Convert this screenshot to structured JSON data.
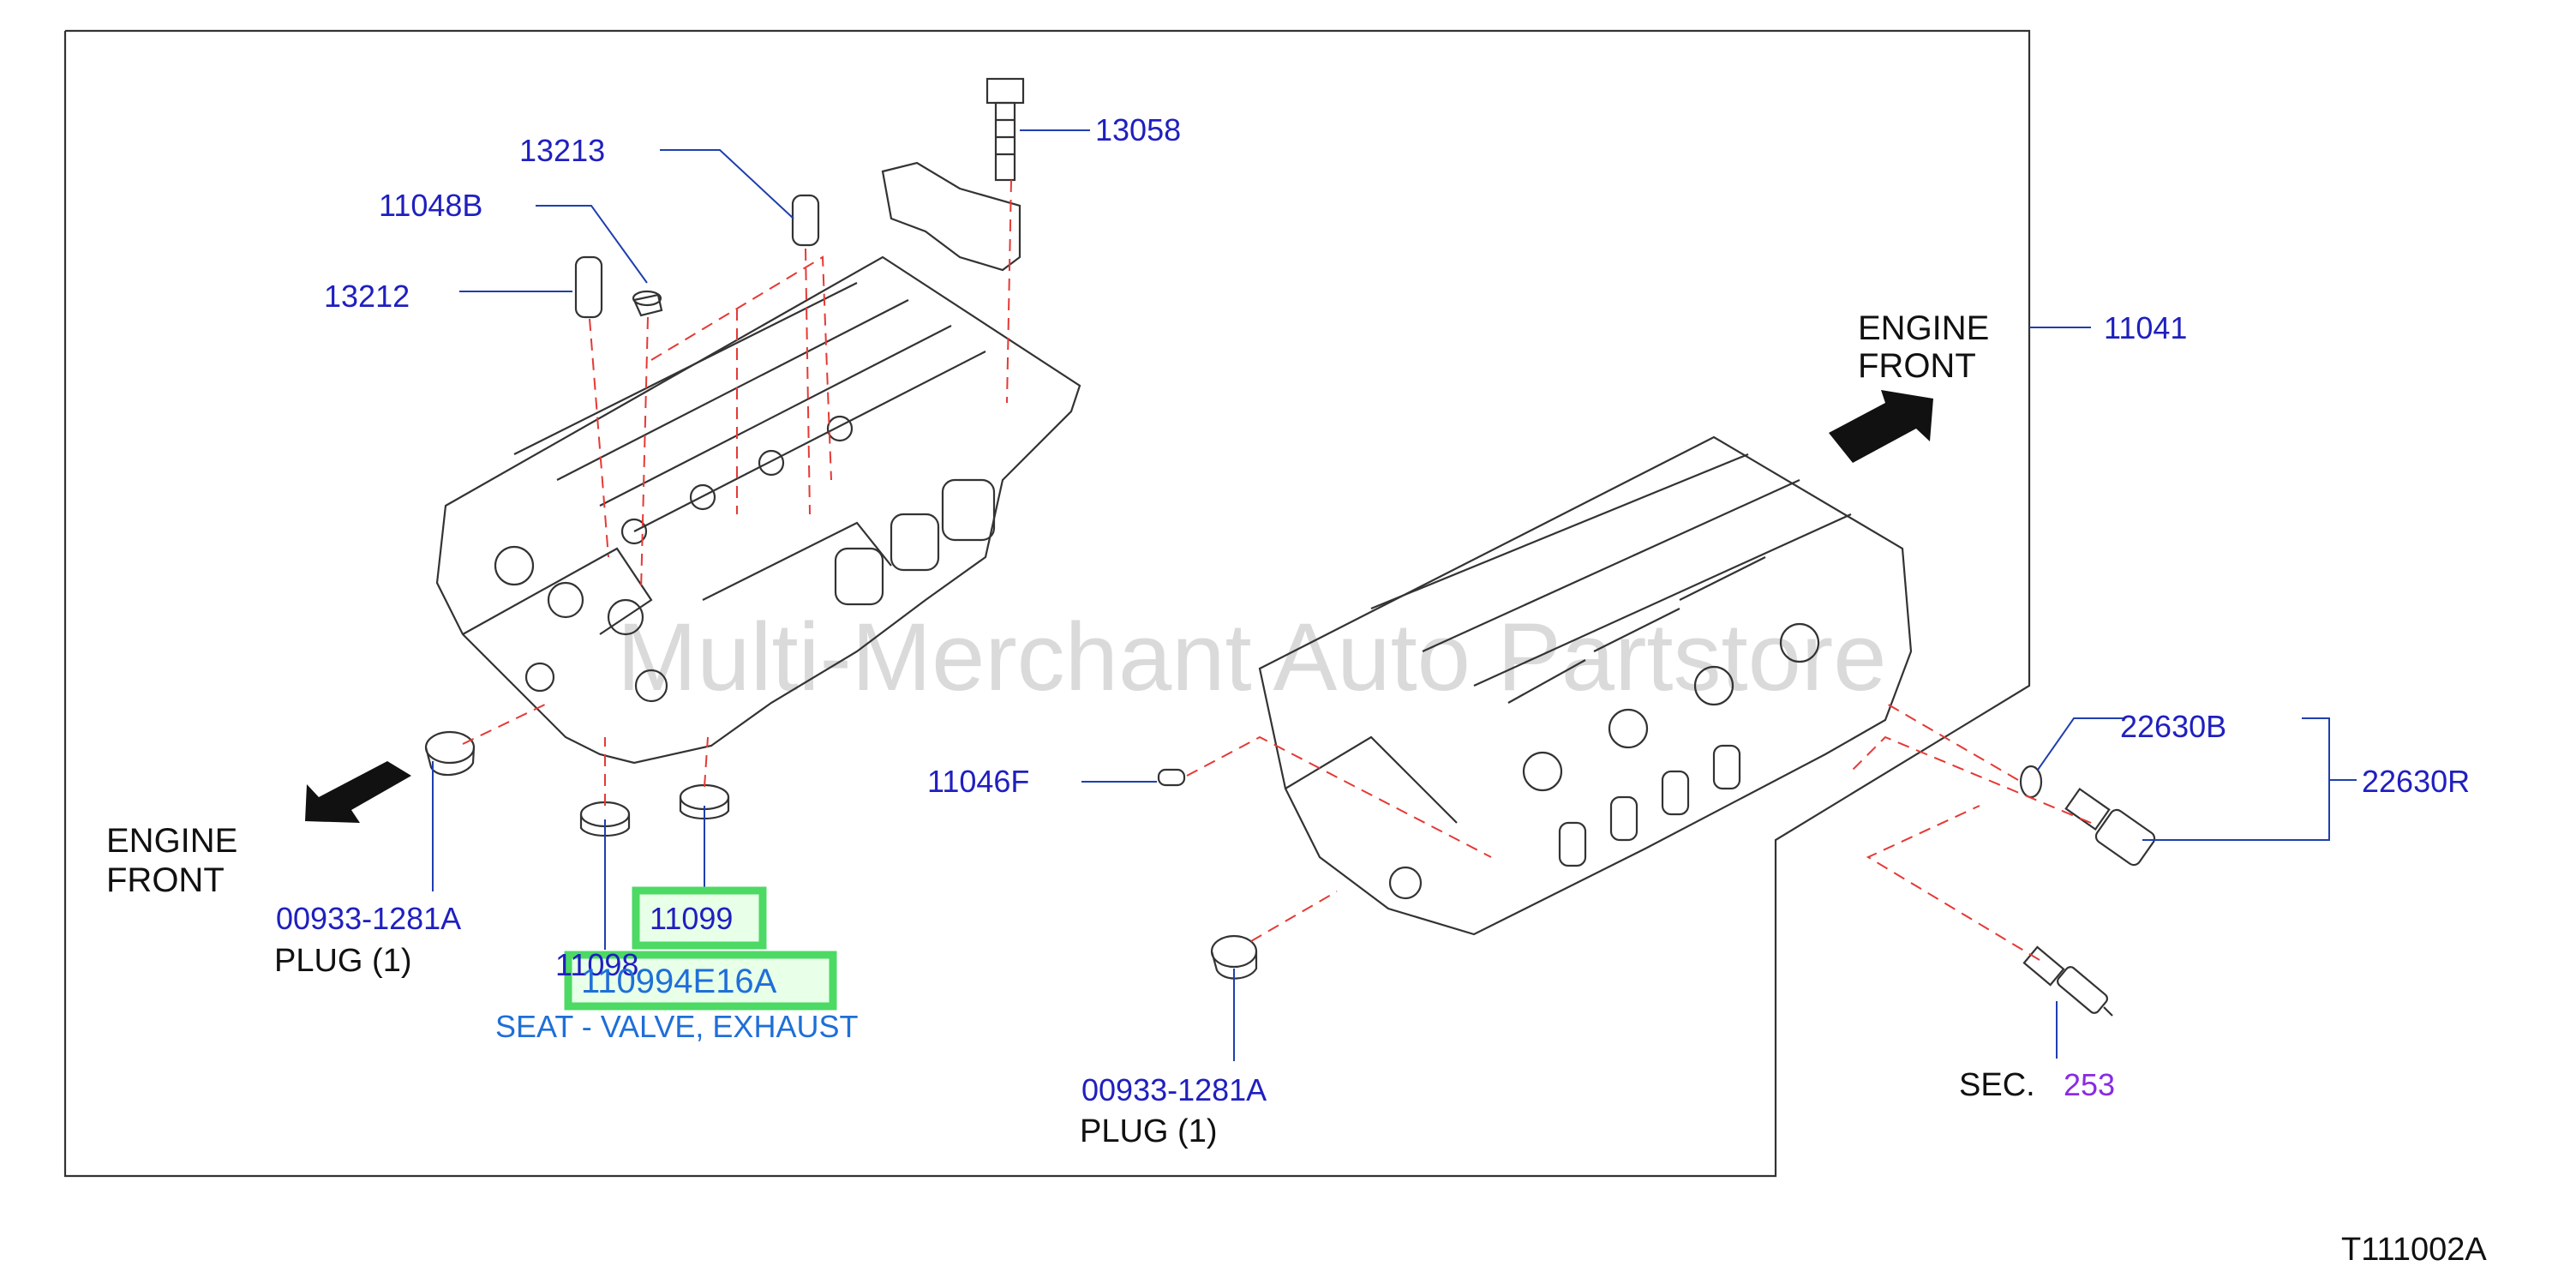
{
  "labels": {
    "p13058": "13058",
    "p13213": "13213",
    "p11048b": "11048B",
    "p13212": "13212",
    "p11041": "11041",
    "p11046f": "11046F",
    "p22630b": "22630B",
    "p22630r": "22630R",
    "p11099": "11099",
    "p11098": "11098",
    "p00933_left": "00933-1281A",
    "p00933_right": "00933-1281A",
    "plug_left": "PLUG   (1)",
    "plug_right": "PLUG   (1)",
    "sec_prefix": "SEC.",
    "sec_num": "253",
    "engine_front_top": "ENGINE",
    "engine_front_bottom": "FRONT",
    "engine_front2_top": "ENGINE",
    "engine_front2_bottom": "FRONT",
    "highlight_part": "110994E16A",
    "highlight_desc": "SEAT - VALVE, EXHAUST",
    "watermark": "Multi-Merchant Auto Partstore",
    "diagram_code": "T111002A"
  },
  "colors": {
    "label_blue": "#1f1fc0",
    "highlight_green": "#4cd964",
    "leader_dash_red": "#e53935",
    "sec_purple": "#8a2be2"
  },
  "icons": {
    "front_arrow": "arrow-icon"
  }
}
